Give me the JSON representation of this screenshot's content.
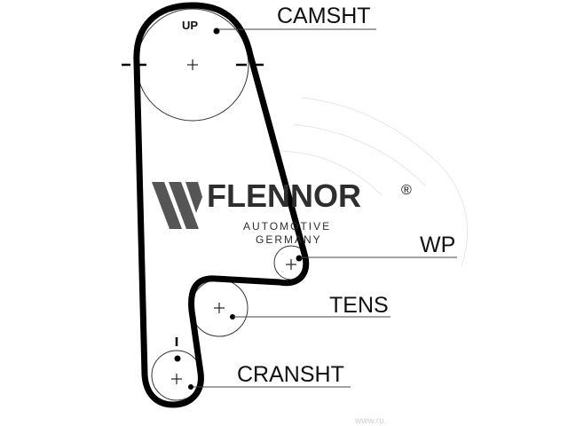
{
  "diagram": {
    "labels": {
      "camshaft": "CAMSHT",
      "water_pump": "WP",
      "tensioner": "TENS",
      "crankshaft": "CRANSHT",
      "up_mark": "UP"
    },
    "brand": {
      "name": "FLENNOR",
      "registered": "®",
      "line1": "AUTOMOTIVE",
      "line2": "GERMANY"
    },
    "watermark": "www.ru.",
    "colors": {
      "belt": "#000000",
      "pulley": "#333333",
      "logo": "#2e2e2e"
    }
  }
}
